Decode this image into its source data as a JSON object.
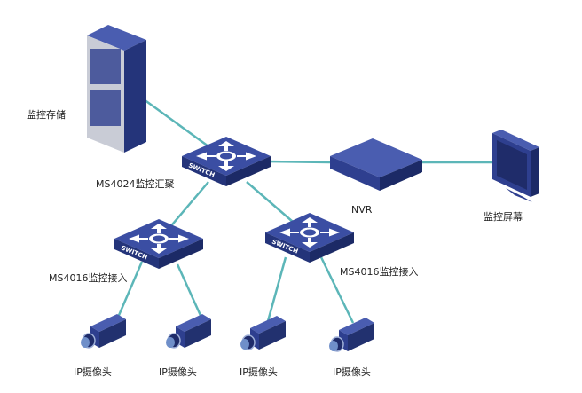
{
  "colors": {
    "link": "#5cb6b8",
    "device": "#2e3f8f",
    "device_dark": "#1f2c6a",
    "device_light": "#4a5db0"
  },
  "nodes": {
    "storage": {
      "label": "监控存储"
    },
    "core_switch": {
      "label": "MS4024监控汇聚",
      "text": "SWITCH"
    },
    "nvr": {
      "label": "NVR"
    },
    "monitor": {
      "label": "监控屏幕"
    },
    "access_switch_left": {
      "label": "MS4016监控接入",
      "text": "SWITCH"
    },
    "access_switch_right": {
      "label": "MS4016监控接入",
      "text": "SWITCH"
    },
    "cameras": [
      {
        "label": "IP摄像头"
      },
      {
        "label": "IP摄像头"
      },
      {
        "label": "IP摄像头"
      },
      {
        "label": "IP摄像头"
      }
    ]
  }
}
